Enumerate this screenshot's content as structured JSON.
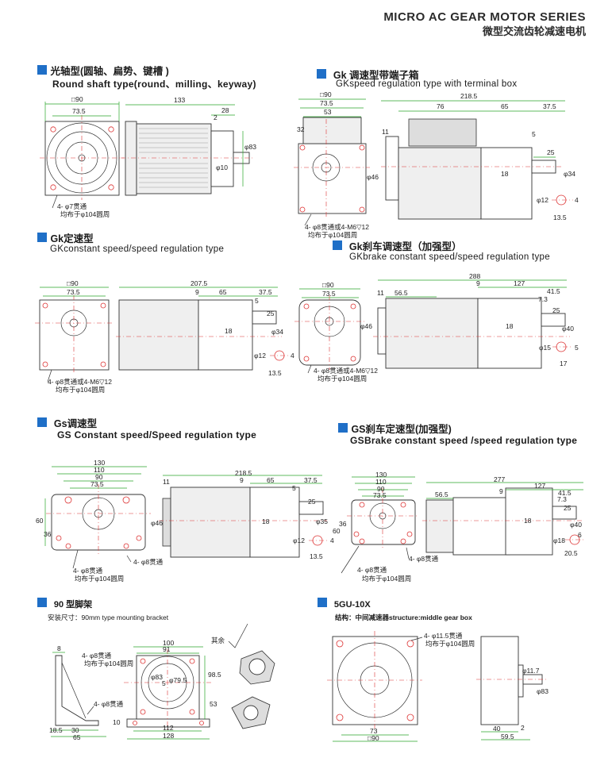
{
  "header": {
    "title_en": "MICRO AC GEAR MOTOR SERIES",
    "title_cn": "微型交流齿轮减速电机"
  },
  "sections": {
    "s1": {
      "cn": "光轴型(圆轴、扁势、键槽 )",
      "en": "Round shaft type(round、milling、keyway)"
    },
    "s2": {
      "cn": "Gk 调速型带端子箱",
      "en": "GKspeed regulation type with terminal box"
    },
    "s3": {
      "cn": "Gk定速型",
      "en": "GKconstant speed/speed regulation type"
    },
    "s4": {
      "cn": "Gk刹车调速型（加强型）",
      "en": "GKbrake constant speed/speed regulation type"
    },
    "s5": {
      "cn": "Gs调速型",
      "en": "GS Constant speed/Speed regulation type"
    },
    "s6": {
      "cn": "GS刹车定速型(加强型)",
      "en": "GSBrake constant speed /speed regulation type"
    },
    "s7": {
      "cn": "90 型脚架",
      "en": "安装尺寸：90mm type mounting bracket"
    },
    "s8": {
      "cn": "5GU-10X",
      "en": "结构：中间减速器structure:middle gear box"
    }
  },
  "dims": {
    "d1": {
      "sq": "□90",
      "a": "73.5",
      "len": "133",
      "b": "28",
      "c": "2",
      "phi83": "φ83",
      "phi10": "φ10",
      "holes": "4- φ7贯通",
      "pcd": "均布于φ104圆周"
    },
    "d2": {
      "sq": "□90",
      "a": "73.5",
      "w": "53",
      "h": "32",
      "len": "218.5",
      "l1": "76",
      "l2": "65",
      "l3": "37.5",
      "n11": "11",
      "n5": "5",
      "n25": "25",
      "n18": "18",
      "phi34": "φ34",
      "phi46": "φ46",
      "phi12": "φ12",
      "n4": "4",
      "n135": "13.5",
      "holes": "4- φ8贯通或4-M6▽12",
      "pcd": "均布于φ104圆周"
    },
    "d3": {
      "sq": "□90",
      "a": "73.5",
      "len": "207.5",
      "n9": "9",
      "n65": "65",
      "n375": "37.5",
      "n5": "5",
      "n25": "25",
      "n18": "18",
      "phi34": "φ34",
      "phi12": "φ12",
      "n4": "4",
      "n135": "13.5",
      "holes": "4- φ8贯通或4-M6▽12",
      "pcd": "均布于φ104圆周"
    },
    "d4": {
      "sq": "□90",
      "a": "73.5",
      "len": "288",
      "n9": "9",
      "n127": "127",
      "n11": "11",
      "n565": "56.5",
      "n415": "41.5",
      "n73": "7.3",
      "n25": "25",
      "n18": "18",
      "phi40": "φ40",
      "phi46": "φ46",
      "phi15": "φ15",
      "n5": "5",
      "n17": "17",
      "holes": "4- φ8贯通或4-M6▽12",
      "pcd": "均布于φ104圆周"
    },
    "d5": {
      "w130": "130",
      "w110": "110",
      "w90": "90",
      "a": "73.5",
      "h60": "60",
      "h36": "36",
      "len": "218.5",
      "n11": "11",
      "n9": "9",
      "n65": "65",
      "n375": "37.5",
      "n5": "5",
      "n25": "25",
      "n18": "18",
      "phi46": "φ46",
      "phi35": "φ35",
      "phi12": "φ12",
      "n4": "4",
      "n135": "13.5",
      "holes1": "4- φ8贯通",
      "pcd": "均布于φ104圆周",
      "holes2": "4- φ8贯通"
    },
    "d6": {
      "w130": "130",
      "w110": "110",
      "w90": "90",
      "a": "73.5",
      "h36": "36",
      "h60": "60",
      "len": "277",
      "n9": "9",
      "n127": "127",
      "n565": "56.5",
      "n415": "41.5",
      "n73": "7.3",
      "n25": "25",
      "n18": "18",
      "phi40": "φ40",
      "phi18": "φ18",
      "n6": "6",
      "n205": "20.5",
      "holes1": "4- φ8贯通",
      "pcd": "均布于φ104圆周",
      "holes2": "4- φ8贯通"
    },
    "d7": {
      "n8": "8",
      "holes": "4- φ8贯通",
      "pcd": "均布于φ104圆周",
      "holes2": "4- φ8贯通",
      "n185": "18.5",
      "n30": "30",
      "n65": "65",
      "n100": "100",
      "n91": "91",
      "phi83": "φ83",
      "n5": "5",
      "phi795": "φ79.5",
      "n985": "98.5",
      "n53": "53",
      "n10": "10",
      "n112": "112",
      "n128": "128",
      "other": "其余"
    },
    "d8": {
      "holes": "4- φ11.5贯通",
      "pcd": "均布于φ104圆周",
      "n73": "73",
      "sq": "□90",
      "phi117": "φ11.7",
      "phi83": "φ83",
      "n40": "40",
      "n2": "2",
      "n595": "59.5"
    }
  }
}
